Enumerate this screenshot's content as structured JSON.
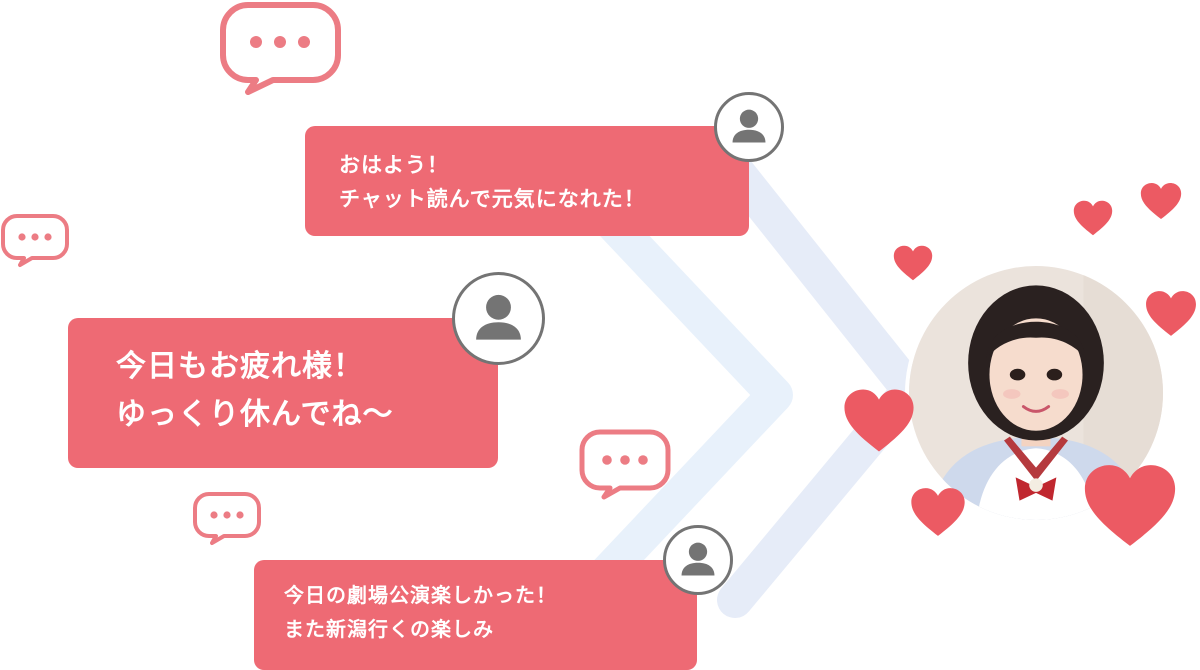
{
  "messages": {
    "m1": {
      "line1": "おはよう！",
      "line2": "チャット読んで元気になれた！"
    },
    "m2": {
      "line1": "今日もお疲れ様！",
      "line2": "ゆっくり休んでね〜"
    },
    "m3": {
      "line1": "今日の劇場公演楽しかった！",
      "line2": "また新潟行くの楽しみ"
    }
  },
  "icons": {
    "user": "user-icon",
    "chat": "chat-bubble-icon",
    "heart": "heart-icon"
  },
  "colors": {
    "accent": "#ee6a74",
    "heart": "#ec5a63",
    "avatar_gray": "#747474",
    "chevron": "#e6effb"
  }
}
